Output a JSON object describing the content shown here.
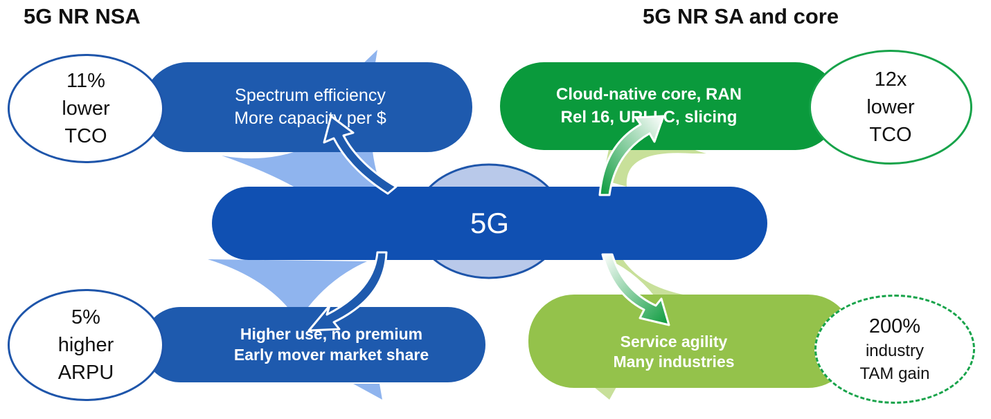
{
  "titles": {
    "left": "5G NR NSA",
    "right": "5G NR SA and core"
  },
  "center": {
    "label": "5G"
  },
  "quadrants": {
    "top_left": {
      "lines": [
        "Spectrum efficiency",
        "More capacity per $"
      ],
      "badge": [
        "11%",
        "lower",
        "TCO"
      ]
    },
    "bottom_left": {
      "lines": [
        "Higher use, no premium",
        "Early mover market share"
      ],
      "badge": [
        "5%",
        "higher",
        "ARPU"
      ]
    },
    "top_right": {
      "lines": [
        "Cloud-native core, RAN",
        "Rel 16, URLLC, slicing"
      ],
      "badge": [
        "12x",
        "lower",
        "TCO"
      ]
    },
    "bottom_right": {
      "lines": [
        "Service agility",
        "Many industries"
      ],
      "badge": [
        "200%",
        "industry",
        "TAM gain"
      ]
    }
  },
  "colors": {
    "nsa_blue": "#1e5aae",
    "center_blue": "#1050b2",
    "light_blue": "#7ea8e8",
    "sa_green": "#0a9a3c",
    "light_green": "#94c24b",
    "pale_green": "#c8e09a",
    "arrow_white": "#ffffff"
  }
}
